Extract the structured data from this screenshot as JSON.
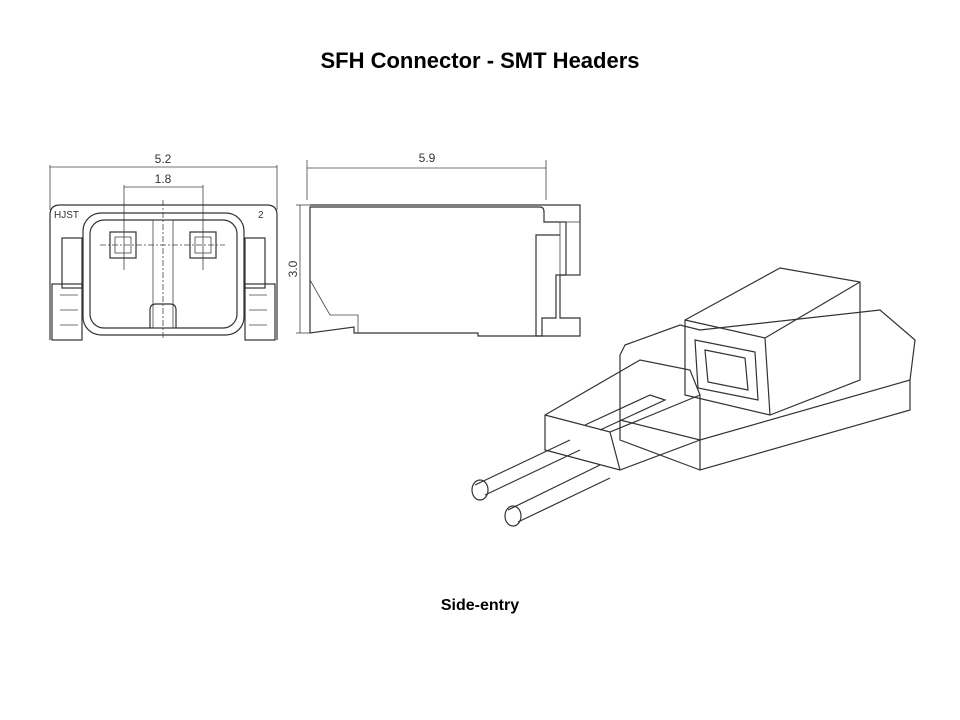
{
  "slide": {
    "title": "SFH Connector - SMT Headers",
    "caption": "Side-entry"
  },
  "front_view": {
    "width_dim": "5.2",
    "pitch_dim": "1.8",
    "brand_mark": "HJST",
    "pin_count_mark": "2"
  },
  "side_view": {
    "length_dim": "5.9",
    "height_dim": "3.0"
  }
}
